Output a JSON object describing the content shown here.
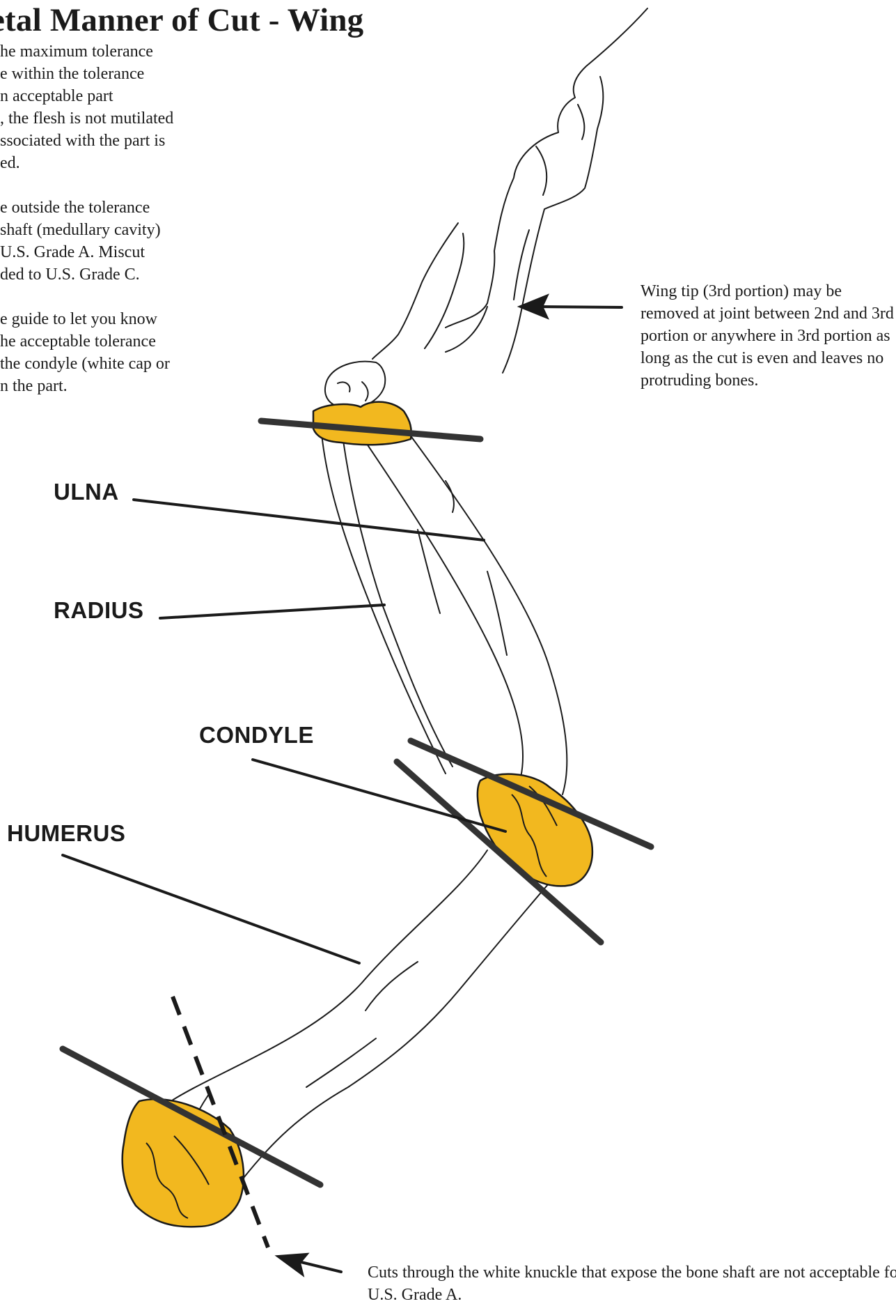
{
  "title": "etal Manner of Cut - Wing",
  "intro": {
    "paragraphs": [
      [
        "he maximum tolerance",
        "e within the tolerance",
        "n acceptable part",
        ", the flesh is not mutilated",
        "ssociated with the part is",
        "ed."
      ],
      [
        "e outside the tolerance",
        " shaft (medullary cavity)",
        "U.S. Grade A. Miscut",
        "ded to U.S. Grade C."
      ],
      [
        "e guide to let you know",
        "he acceptable tolerance",
        " the condyle (white cap or",
        "n the part."
      ]
    ]
  },
  "labels": {
    "ulna": "ULNA",
    "radius": "RADIUS",
    "condyle": "CONDYLE",
    "humerus": "HUMERUS"
  },
  "notes": {
    "wing_tip": "Wing tip (3rd portion) may be removed at joint between 2nd and 3rd portion or anywhere in 3rd portion as long as the cut is even and leaves no protruding bones.",
    "knuckle": "Cuts through the white knuckle that expose the bone shaft are not acceptable for U.S. Grade A."
  },
  "colors": {
    "cartilage": "#f2b81f",
    "cut_line": "#333333",
    "outline": "#1a1a1a"
  }
}
